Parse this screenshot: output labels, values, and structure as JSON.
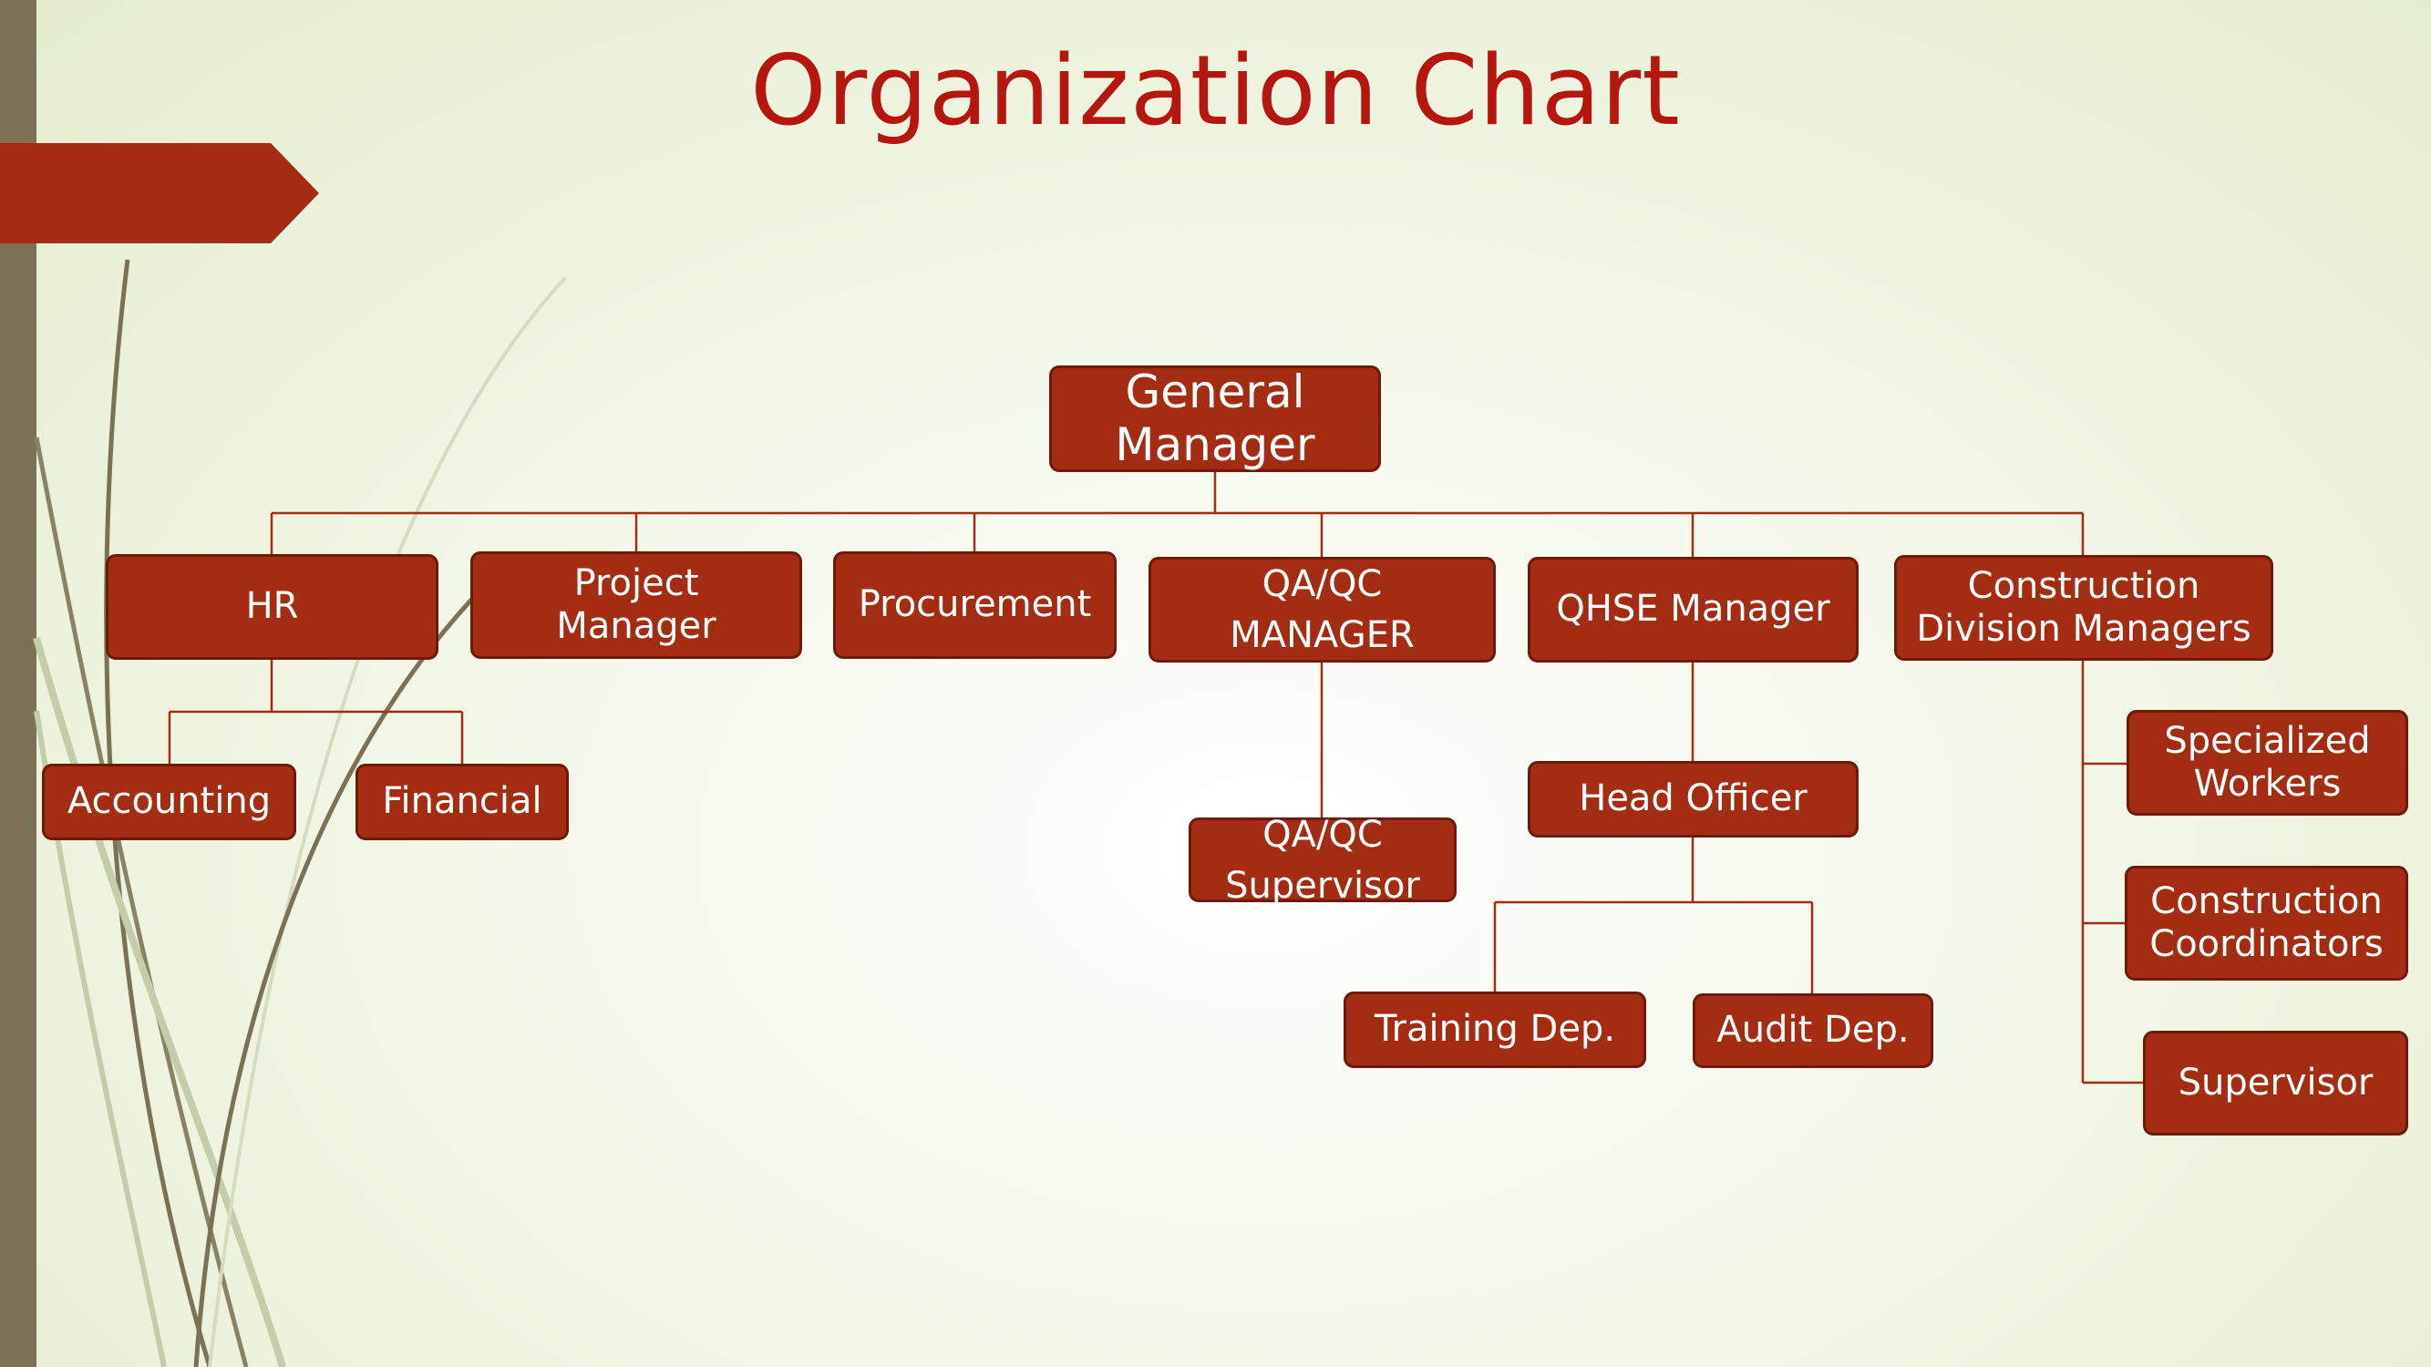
{
  "slide": {
    "title": "Organization Chart",
    "colors": {
      "box_fill": "#a32c12",
      "connector": "#a32c12",
      "title": "#b5160f"
    }
  },
  "org": {
    "general_manager": "General\nManager",
    "hr": "HR",
    "accounting": "Accounting",
    "financial": "Financial",
    "project_manager": "Project\nManager",
    "procurement": "Procurement",
    "qaqc_manager": "QA/QC\nMANAGER",
    "qaqc_supervisor": "QA/QC\nSupervisor",
    "qhse_manager": "QHSE Manager",
    "head_officer": "Head Officer",
    "training_dep": "Training Dep.",
    "audit_dep": "Audit Dep.",
    "construction_division_managers": "Construction\nDivision Managers",
    "specialized_workers": "Specialized\nWorkers",
    "construction_coordinators": "Construction\nCoordinators",
    "supervisor": "Supervisor"
  }
}
